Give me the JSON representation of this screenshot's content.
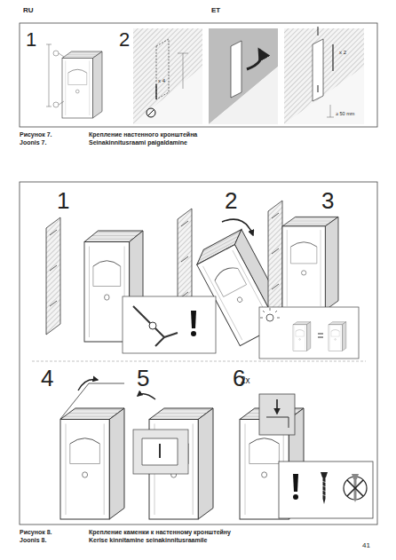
{
  "diagram": {
    "labels": [
      "RU",
      "ET",
      "1",
      "2",
      "x 4",
      "x 2",
      "≥ 50 mm",
      "Рисунок 7.",
      "Крепление настенного кронштейна",
      "Joonis 7.",
      "Seinakinnitusraami paigaldamine",
      "1",
      "2",
      "3",
      "4",
      "5",
      "6",
      "2x",
      "Рисунок 8.",
      "Крепление каменки к настенному кронштейну",
      "Joonis 8.",
      "Kerise kinnitamine seinakinnitusraamile",
      "41"
    ]
  }
}
